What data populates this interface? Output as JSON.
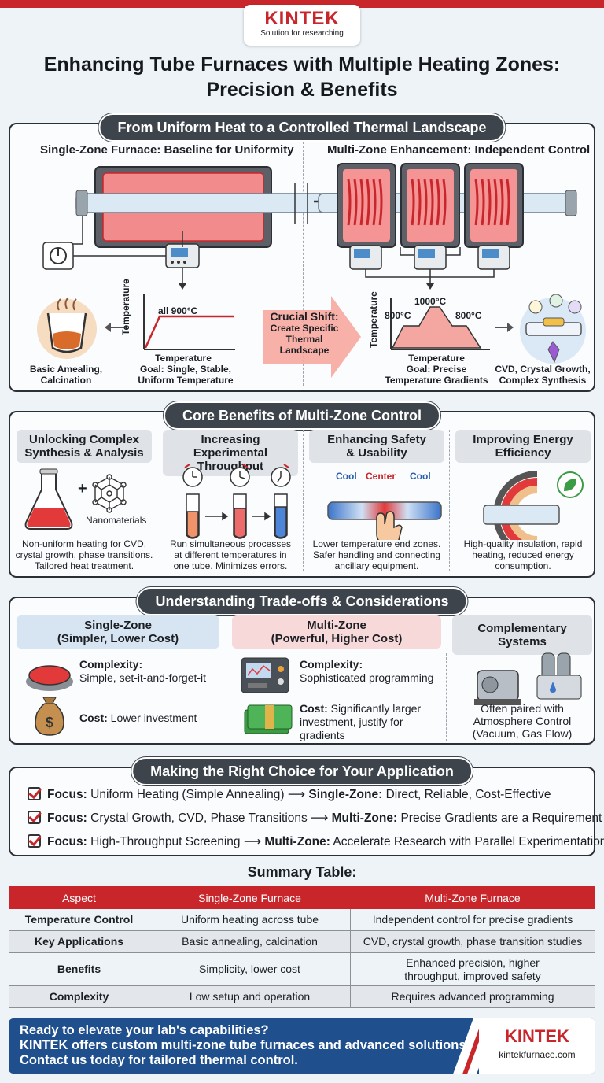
{
  "brand": {
    "name": "KINTEK",
    "tagline": "Solution for researching"
  },
  "title": {
    "line1": "Enhancing Tube Furnaces with Multiple Heating Zones:",
    "line2": "Precision & Benefits"
  },
  "section1": {
    "pill": "From Uniform Heat to a Controlled Thermal Landscape",
    "left_heading": "Single-Zone Furnace: Baseline for Uniformity",
    "right_heading": "Multi-Zone Enhancement: Independent Control",
    "left_chart": {
      "ylabel": "Temperature",
      "xlabel": "Temperature",
      "label": "all 900°C"
    },
    "left_goal": [
      "Goal: Single, Stable,",
      "Uniform Temperature"
    ],
    "left_app": [
      "Basic Amealing,",
      "Calcination"
    ],
    "shift": [
      "Crucial Shift:",
      "Create Specific",
      "Thermal Landscape"
    ],
    "right_chart": {
      "ylabel": "Temperature",
      "xlabel": "Temperature",
      "left": "800°C",
      "center": "1000°C",
      "right": "800°C"
    },
    "right_goal": [
      "Goal: Precise",
      "Temperature Gradients"
    ],
    "right_app": [
      "CVD, Crystal Growth,",
      "Complex Synthesis"
    ]
  },
  "section2": {
    "pill": "Core Benefits of Multi-Zone Control",
    "cards": [
      {
        "heading": [
          "Unlocking Complex",
          "Synthesis & Analysis"
        ],
        "note": "Nanomaterials",
        "plus": "+",
        "text": [
          "Non-uniform heating for CVD,",
          "crystal growth, phase transitions.",
          "Tailored heat treatment."
        ]
      },
      {
        "heading": [
          "Increasing Experimental",
          "Throughput"
        ],
        "text": [
          "Run simultaneous processes",
          "at different temperatures in",
          "one tube. Minimizes errors."
        ]
      },
      {
        "heading": [
          "Enhancing Safety",
          "& Usability"
        ],
        "labels": [
          "Cool",
          "Center",
          "Cool"
        ],
        "text": [
          "Lower temperature end zones.",
          "Safer handling and connecting",
          "ancillary equipment."
        ]
      },
      {
        "heading": [
          "Improving Energy",
          "Efficiency"
        ],
        "text": [
          "High-quality insulation, rapid",
          "heating, reduced energy",
          "consumption."
        ]
      }
    ]
  },
  "section3": {
    "pill": "Understanding Trade-offs & Considerations",
    "single": {
      "heading": [
        "Single-Zone",
        "(Simpler, Lower Cost)"
      ],
      "c_label": "Complexity:",
      "c_text": "Simple, set-it-and-forget-it",
      "cost_label": "Cost:",
      "cost_text": "Lower investment"
    },
    "multi": {
      "heading": [
        "Multi-Zone",
        "(Powerful, Higher Cost)"
      ],
      "c_label": "Complexity:",
      "c_text": "Sophisticated programming",
      "cost_label": "Cost:",
      "cost_text": [
        "Significantly larger",
        "investment, justify for",
        "gradients"
      ]
    },
    "comp": {
      "heading": "Complementary Systems",
      "text": [
        "Often paired with",
        "Atmosphere Control",
        "(Vacuum, Gas Flow)"
      ]
    }
  },
  "section4": {
    "pill": "Making the Right Choice for Your Application",
    "rows": [
      {
        "focus": "Focus:",
        "a": "Uniform Heating (Simple Annealing)",
        "arrow": "⟶",
        "zone": "Single-Zone:",
        "b": "Direct, Reliable, Cost-Effective"
      },
      {
        "focus": "Focus:",
        "a": "Crystal Growth, CVD, Phase Transitions",
        "arrow": "⟶",
        "zone": "Multi-Zone:",
        "b": "Precise Gradients are a Requirement"
      },
      {
        "focus": "Focus:",
        "a": "High-Throughput Screening",
        "arrow": "⟶",
        "zone": "Multi-Zone:",
        "b": "Accelerate Research with Parallel Experimentation"
      }
    ]
  },
  "summary": {
    "title": "Summary Table:",
    "headers": [
      "Aspect",
      "Single-Zone Furnace",
      "Multi-Zone Furnace"
    ],
    "rows": [
      [
        "Temperature Control",
        "Uniform heating across tube",
        "Independent control for precise gradients"
      ],
      [
        "Key Applications",
        "Basic annealing, calcination",
        "CVD, crystal growth, phase transition studies"
      ],
      [
        "Benefits",
        "Simplicity, lower cost",
        "Enhanced precision, higher throughput, improved safety"
      ],
      [
        "Complexity",
        "Low setup and operation",
        "Requires advanced programming"
      ]
    ]
  },
  "footer": {
    "lines": [
      "Ready to elevate your lab's capabilities?",
      "KINTEK offers custom multi-zone tube furnaces and advanced solutions.",
      "Contact us today for tailored thermal control."
    ],
    "brand": "KINTEK",
    "url": "kintekfurnace.com"
  },
  "colors": {
    "accent": "#c9262b",
    "dark": "#3d444c",
    "footer": "#1f4f8c"
  }
}
